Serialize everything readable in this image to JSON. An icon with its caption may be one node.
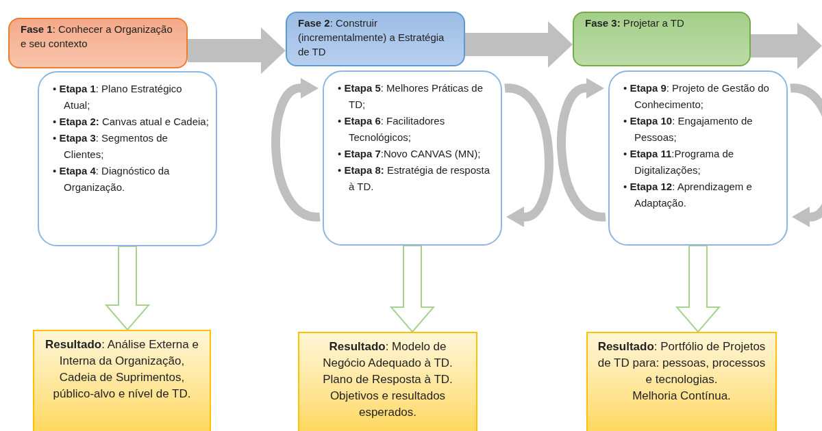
{
  "diagram": {
    "nodes": [
      {
        "text": [
          "**Fase 1**: Conhecer a Organização e seu contexto"
        ]
      },
      {
        "text": [
          "• **Etapa 1**: Plano Estratégico Atual;",
          "• **Etapa 2:** Canvas atual e Cadeia;",
          "• **Etapa 3**: Segmentos de Clientes;",
          "• **Etapa 4**: Diagnóstico da Organização."
        ]
      },
      {
        "text": [
          "**Fase 2**: Construir (incrementalmente) a Estratégia de TD"
        ]
      },
      {
        "text": [
          "• **Etapa 5**: Melhores Práticas de TD;",
          "• **Etapa 6**: Facilitadores Tecnológicos;",
          "• **Etapa 7**:Novo CANVAS (MN);",
          "• **Etapa 8:** Estratégia de resposta à TD."
        ]
      },
      {
        "text": [
          "**Fase 3:** Projetar a TD"
        ]
      },
      {
        "text": [
          "• **Etapa 9**: Projeto de Gestão do Conhecimento;",
          "• **Etapa 10**: Engajamento de Pessoas;",
          "• **Etapa 11**:Programa de Digitalizações;",
          "• **Etapa 12**: Aprendizagem e Adaptação."
        ]
      },
      {
        "text": [
          "**Resultado**: Análise Externa e Interna da Organização, Cadeia de Suprimentos, público-alvo e nível de TD."
        ]
      },
      {
        "text": [
          "**Resultado**: Modelo de Negócio Adequado à TD.",
          "Plano de Resposta à TD.",
          "Objetivos e resultados esperados."
        ]
      },
      {
        "text": [
          "**Resultado**: Portfólio de Projetos de TD para: pessoas, processos e tecnologias.",
          "Melhoria Contínua."
        ]
      }
    ],
    "edges": [
      {
        "from": 0,
        "to": 2,
        "arrow": "to",
        "style": "thick",
        "color": "#bfbfbf"
      },
      {
        "from": 2,
        "to": 4,
        "arrow": "to",
        "style": "thick",
        "color": "#bfbfbf"
      },
      {
        "from": 4,
        "to": null,
        "arrow": "to",
        "style": "thick",
        "color": "#bfbfbf"
      },
      {
        "from": 1,
        "to": 6,
        "arrow": "to",
        "color": "#a9d18e"
      },
      {
        "from": 3,
        "to": 7,
        "arrow": "to",
        "color": "#a9d18e"
      },
      {
        "from": 5,
        "to": 8,
        "arrow": "to",
        "color": "#a9d18e"
      }
    ]
  }
}
